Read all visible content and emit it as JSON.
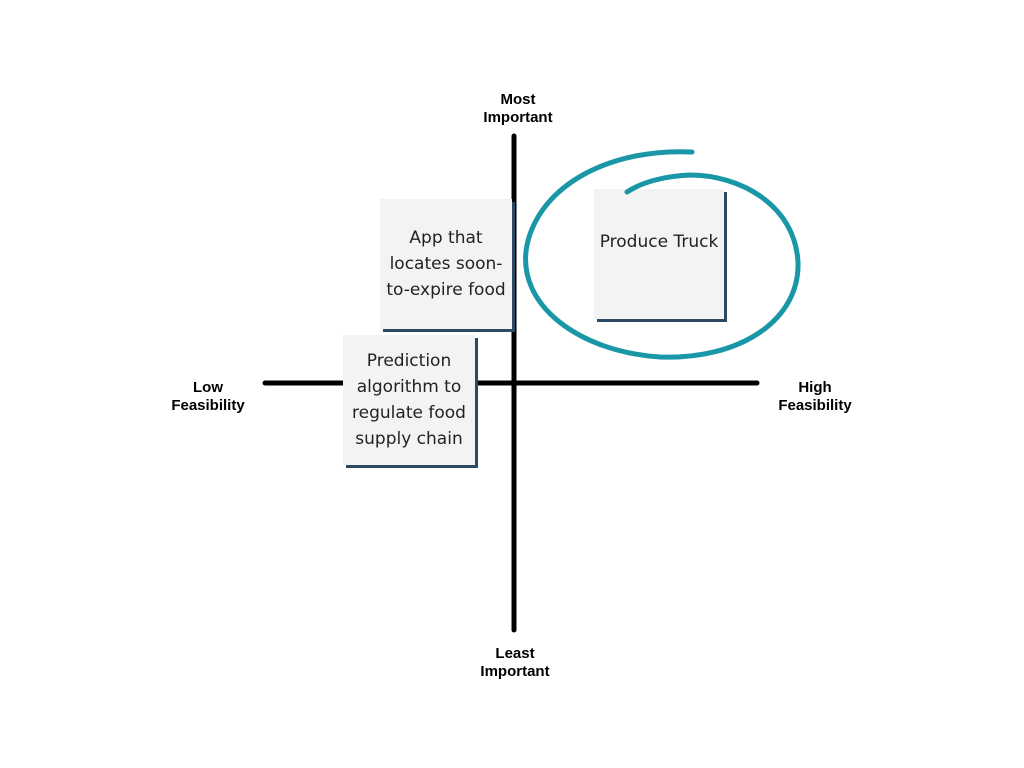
{
  "axes": {
    "top_label": "Most\nImportant",
    "bottom_label": "Least\nImportant",
    "left_label": "Low\nFeasibility",
    "right_label": "High\nFeasibility"
  },
  "cards": {
    "app": "App that locates soon-to-expire food",
    "prediction": "Prediction algorithm to regulate food supply chain",
    "produce": "Produce Truck"
  },
  "colors": {
    "axis": "#000000",
    "card_background": "#f3f3f3",
    "card_shadow": "#2c4a63",
    "highlight_circle": "#1a97a6"
  }
}
